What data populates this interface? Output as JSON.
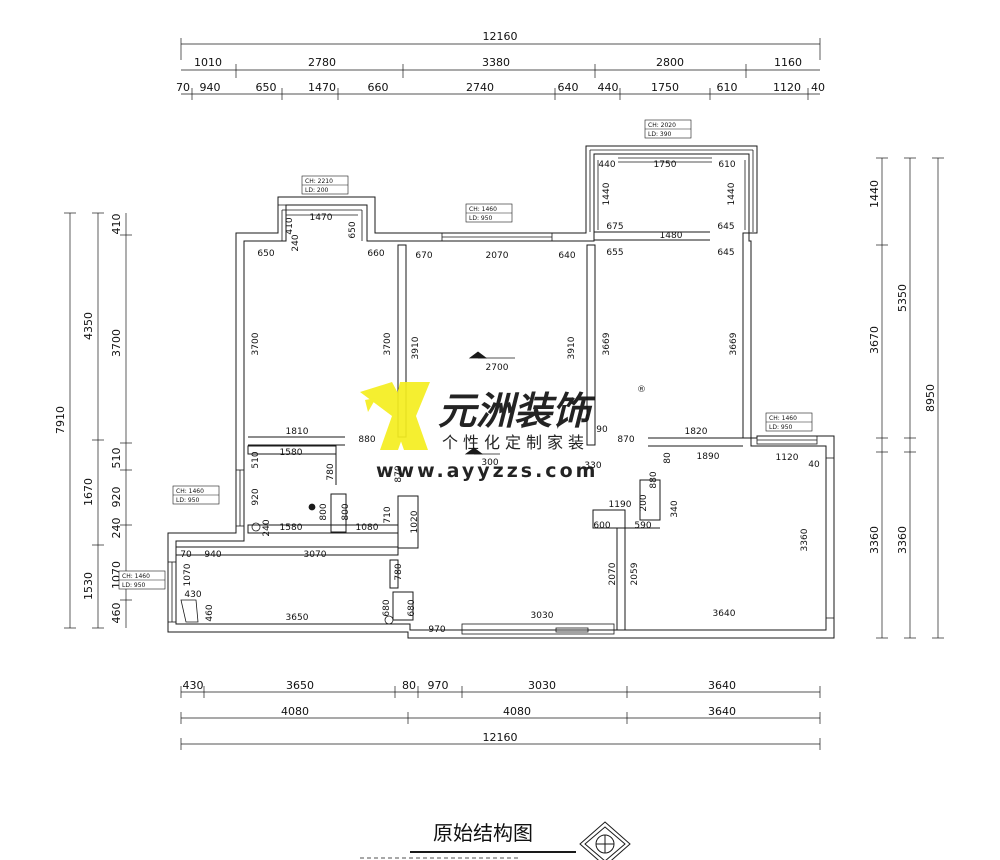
{
  "drawing_title": "原始结构图",
  "colors": {
    "line": "#1a1a1a",
    "watermark": "#f5ee1f",
    "paper": "#ffffff"
  },
  "watermark": {
    "brand": "元洲装饰",
    "slogan": "个性化定制家装",
    "url": "www.ayyzzs.com",
    "registered": "®"
  },
  "window_tags": [
    {
      "ch": "CH: 2210",
      "ld": "LD: 200"
    },
    {
      "ch": "CH: 1460",
      "ld": "LD: 950"
    },
    {
      "ch": "CH: 2020",
      "ld": "LD: 390"
    },
    {
      "ch": "CH: 1460",
      "ld": "LD: 950"
    },
    {
      "ch": "CH: 1460",
      "ld": "LD: 950"
    },
    {
      "ch": "CH: 1460",
      "ld": "LD: 950"
    }
  ],
  "top_dims": {
    "overall": "12160",
    "row1": [
      "1010",
      "2780",
      "3380",
      "2800",
      "1160"
    ],
    "row2": [
      "70",
      "940",
      "650",
      "1470",
      "660",
      "2740",
      "640",
      "440",
      "1750",
      "610",
      "1120",
      "40"
    ]
  },
  "bottom_dims": {
    "row1": [
      "430",
      "3650",
      "80",
      "970",
      "3030",
      "3640"
    ],
    "row2": [
      "4080",
      "4080",
      "3640"
    ],
    "overall": "12160"
  },
  "left_dims": {
    "overall": "7910",
    "row1": [
      "4350",
      "1670",
      "1530"
    ],
    "row2": [
      "410",
      "3700",
      "510",
      "920",
      "240",
      "1070",
      "460"
    ]
  },
  "right_dims": {
    "overall": "8950",
    "row1": [
      "5350",
      "3360"
    ],
    "row2": [
      "1440",
      "3670",
      "3360"
    ]
  },
  "interior_dims": [
    "1470",
    "410",
    "240",
    "650",
    "650",
    "660",
    "3700",
    "3700",
    "1810",
    "880",
    "1580",
    "510",
    "920",
    "240",
    "780",
    "800",
    "800",
    "1580",
    "1080",
    "710",
    "870",
    "1020",
    "70",
    "940",
    "3070",
    "1070",
    "430",
    "460",
    "3650",
    "780",
    "680",
    "680",
    "970",
    "3030",
    "670",
    "2070",
    "640",
    "3910",
    "3910",
    "2700",
    "300",
    "330",
    "90",
    "1440",
    "440",
    "1750",
    "610",
    "1440",
    "675",
    "1480",
    "645",
    "655",
    "645",
    "3669",
    "3669",
    "870",
    "1820",
    "80",
    "1890",
    "1120",
    "40",
    "880",
    "200",
    "1190",
    "340",
    "600",
    "590",
    "2070",
    "2059",
    "3360",
    "3640"
  ]
}
